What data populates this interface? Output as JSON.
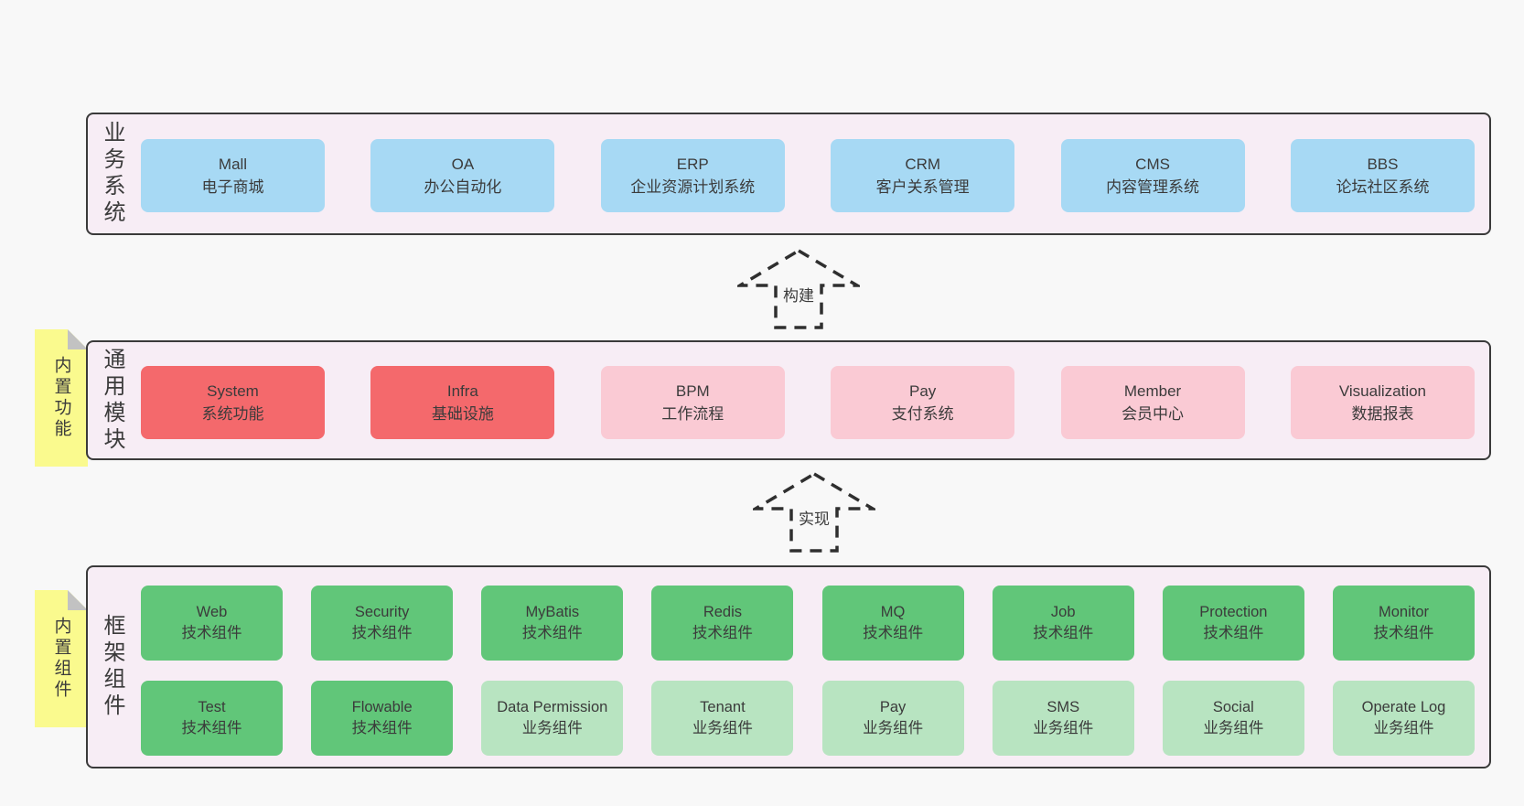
{
  "colors": {
    "page_bg": "#f8f8f8",
    "layer_bg": "#f7edf5",
    "layer_border": "#3a3a3a",
    "blue": "#a7d9f4",
    "red": "#f4696c",
    "pink": "#facad4",
    "green": "#61c679",
    "lightgreen": "#b8e4c1",
    "sticky": "#fafa8e",
    "sticky_fold": "#c2c2c2",
    "text": "#3b3b3b"
  },
  "stickies": [
    {
      "label": "内置功能"
    },
    {
      "label": "内置组件"
    }
  ],
  "arrows": [
    {
      "label": "构建"
    },
    {
      "label": "实现"
    }
  ],
  "layers": [
    {
      "side_label": "业务系统",
      "rows": [
        [
          {
            "title": "Mall",
            "subtitle": "电子商城",
            "variant": "blue"
          },
          {
            "title": "OA",
            "subtitle": "办公自动化",
            "variant": "blue"
          },
          {
            "title": "ERP",
            "subtitle": "企业资源计划系统",
            "variant": "blue"
          },
          {
            "title": "CRM",
            "subtitle": "客户关系管理",
            "variant": "blue"
          },
          {
            "title": "CMS",
            "subtitle": "内容管理系统",
            "variant": "blue"
          },
          {
            "title": "BBS",
            "subtitle": "论坛社区系统",
            "variant": "blue"
          }
        ]
      ]
    },
    {
      "side_label": "通用模块",
      "rows": [
        [
          {
            "title": "System",
            "subtitle": "系统功能",
            "variant": "red"
          },
          {
            "title": "Infra",
            "subtitle": "基础设施",
            "variant": "red"
          },
          {
            "title": "BPM",
            "subtitle": "工作流程",
            "variant": "pink"
          },
          {
            "title": "Pay",
            "subtitle": "支付系统",
            "variant": "pink"
          },
          {
            "title": "Member",
            "subtitle": "会员中心",
            "variant": "pink"
          },
          {
            "title": "Visualization",
            "subtitle": "数据报表",
            "variant": "pink"
          }
        ]
      ]
    },
    {
      "side_label": "框架组件",
      "rows": [
        [
          {
            "title": "Web",
            "subtitle": "技术组件",
            "variant": "green"
          },
          {
            "title": "Security",
            "subtitle": "技术组件",
            "variant": "green"
          },
          {
            "title": "MyBatis",
            "subtitle": "技术组件",
            "variant": "green"
          },
          {
            "title": "Redis",
            "subtitle": "技术组件",
            "variant": "green"
          },
          {
            "title": "MQ",
            "subtitle": "技术组件",
            "variant": "green"
          },
          {
            "title": "Job",
            "subtitle": "技术组件",
            "variant": "green"
          },
          {
            "title": "Protection",
            "subtitle": "技术组件",
            "variant": "green"
          },
          {
            "title": "Monitor",
            "subtitle": "技术组件",
            "variant": "green"
          }
        ],
        [
          {
            "title": "Test",
            "subtitle": "技术组件",
            "variant": "green"
          },
          {
            "title": "Flowable",
            "subtitle": "技术组件",
            "variant": "green"
          },
          {
            "title": "Data Permission",
            "subtitle": "业务组件",
            "variant": "lightgreen"
          },
          {
            "title": "Tenant",
            "subtitle": "业务组件",
            "variant": "lightgreen"
          },
          {
            "title": "Pay",
            "subtitle": "业务组件",
            "variant": "lightgreen"
          },
          {
            "title": "SMS",
            "subtitle": "业务组件",
            "variant": "lightgreen"
          },
          {
            "title": "Social",
            "subtitle": "业务组件",
            "variant": "lightgreen"
          },
          {
            "title": "Operate Log",
            "subtitle": "业务组件",
            "variant": "lightgreen"
          }
        ]
      ]
    }
  ]
}
